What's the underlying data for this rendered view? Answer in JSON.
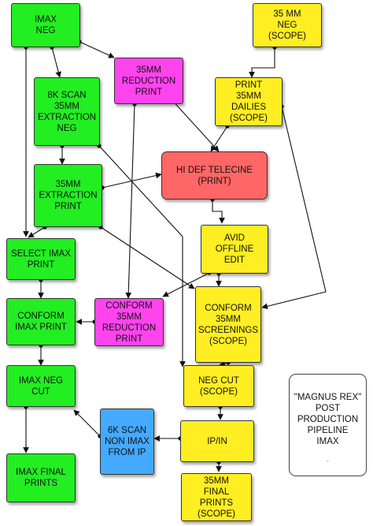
{
  "nodes": {
    "imax_neg": "IMAX\nNEG",
    "neg_35mm_scope": "35 MM\nNEG\n(SCOPE)",
    "reduction_print_35mm": "35MM\nREDUCTION\nPRINT",
    "scan_8k": "8K SCAN\n35MM\nEXTRACTION\nNEG",
    "print_dailies": "PRINT\n35MM\nDAILIES\n(SCOPE)",
    "hi_def_telecine": "HI DEF TELECINE\n(PRINT)",
    "extraction_print": "35MM\nEXTRACTION\nPRINT",
    "avid_offline": "AVID\nOFFLINE\nEDIT",
    "select_imax_print": "SELECT IMAX\nPRINT",
    "conform_imax_print": "CONFORM\nIMAX PRINT",
    "conform_reduction_print": "CONFORM\n35MM\nREDUCTION\nPRINT",
    "conform_screenings": "CONFORM\n35MM\nSCREENINGS\n(SCOPE)",
    "imax_neg_cut": "IMAX NEG\nCUT",
    "neg_cut_scope": "NEG CUT\n(SCOPE)",
    "scan_6k": "6K SCAN\nNON IMAX\nFROM IP",
    "ip_in": "IP/IN",
    "imax_final_prints": "IMAX FINAL\nPRINTS",
    "final_prints_35mm": "35MM\nFINAL\nPRINTS\n(SCOPE)"
  },
  "note": {
    "title": "\"MAGNUS REX\"\nPOST\nPRODUCTION\nPIPELINE\nIMAX",
    "tail": "-"
  },
  "colors": {
    "green": "#22ee22",
    "yellow": "#ffee22",
    "pink": "#ff44ee",
    "red": "#ff6666",
    "blue": "#44aaff",
    "edge": "#111111"
  }
}
